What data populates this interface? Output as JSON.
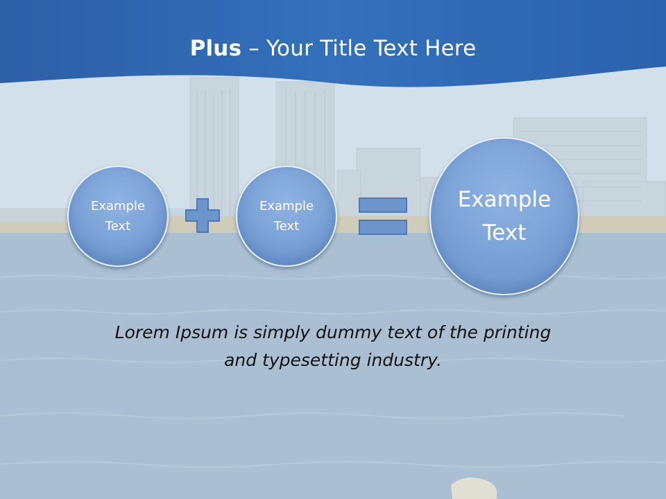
{
  "slide": {
    "title_bold": "Plus",
    "title_rest": " – Your Title Text Here",
    "circles": [
      {
        "line1": "Example",
        "line2": "Text"
      },
      {
        "line1": "Example",
        "line2": "Text"
      },
      {
        "line1": "Example",
        "line2": "Text"
      }
    ],
    "body_line1": "Lorem Ipsum is simply dummy text of the printing",
    "body_line2": "and typesetting industry."
  },
  "colors": {
    "banner": "#2f66b0",
    "circle_fill": "#7aa2d8",
    "operator_fill": "#6d95cc",
    "title_text": "#ffffff",
    "body_text": "#111111"
  },
  "icons": {
    "operator_1": "plus-icon",
    "operator_2": "equals-icon"
  }
}
